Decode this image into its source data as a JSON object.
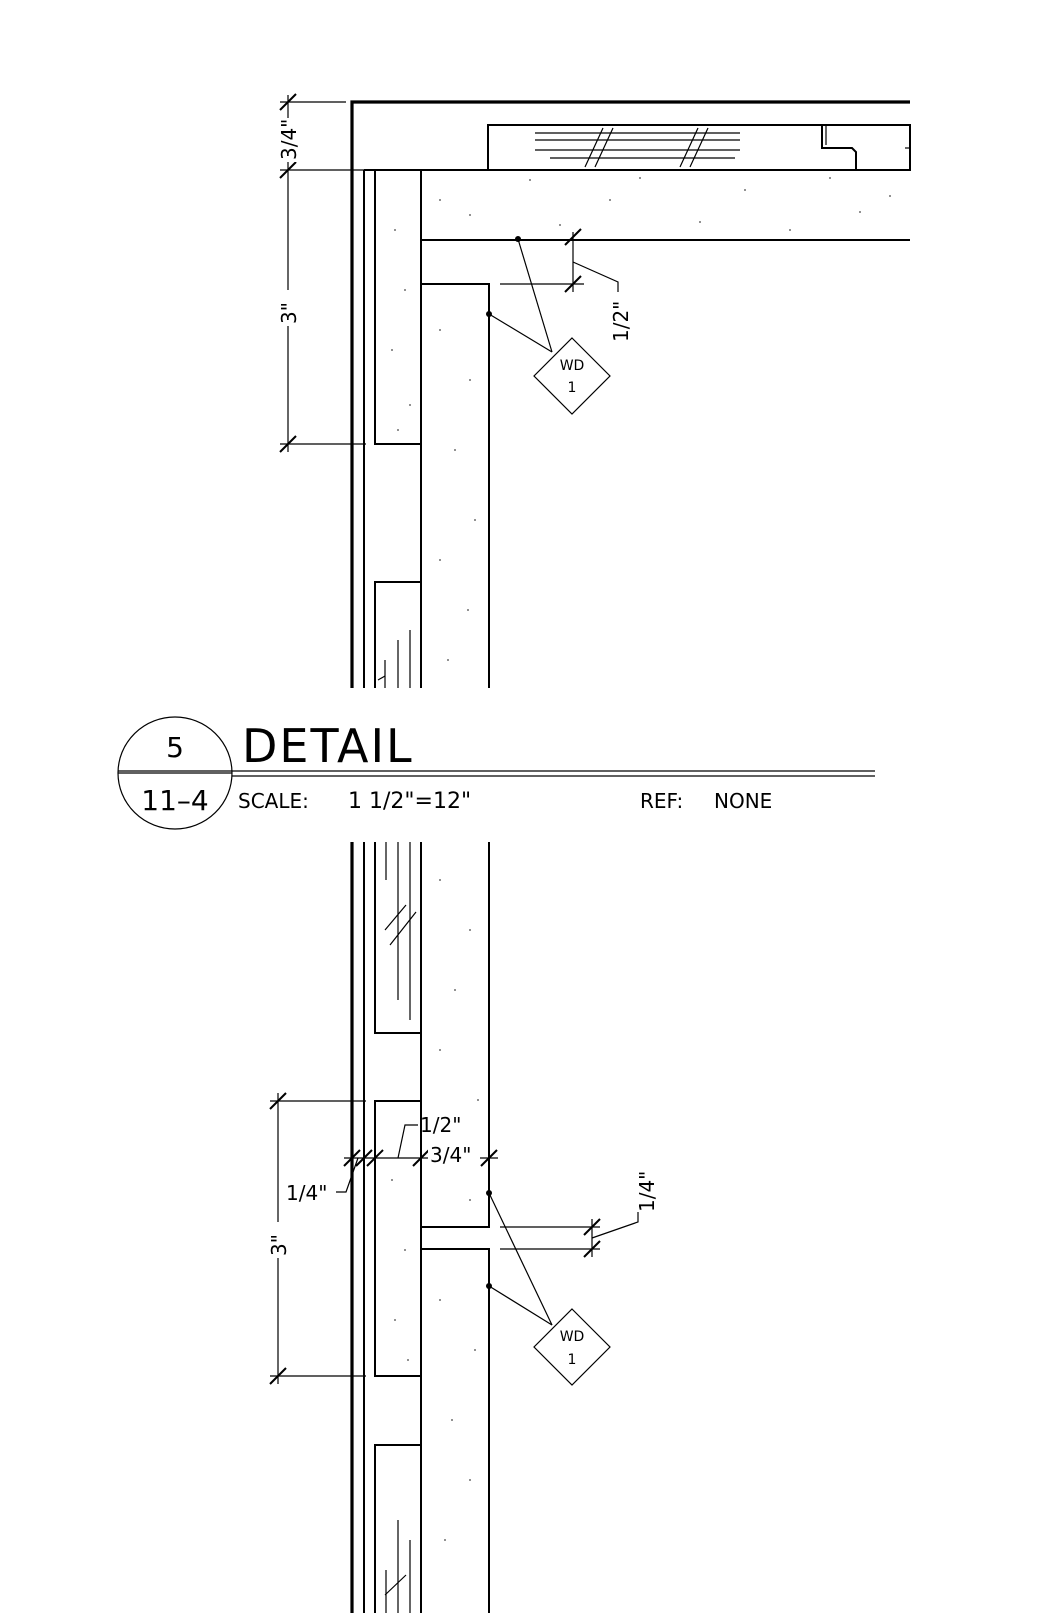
{
  "title_block": {
    "detail_number": "5",
    "sheet_ref": "11–4",
    "title": "DETAIL",
    "scale_label": "SCALE:",
    "scale_value": "1 1/2\"=12\"",
    "ref_label": "REF:",
    "ref_value": "NONE"
  },
  "upper_view": {
    "dim_top": "3/4\"",
    "dim_height": "3\"",
    "dim_gap": "1/2\"",
    "tag": {
      "code": "WD",
      "number": "1"
    }
  },
  "lower_view": {
    "dim_height": "3\"",
    "dim_left": "1/4\"",
    "dim_half": "1/2\"",
    "dim_three_quarter": "3/4\"",
    "dim_right": "1/4\"",
    "tag": {
      "code": "WD",
      "number": "1"
    }
  },
  "colors": {
    "line": "#000000",
    "background": "#ffffff"
  }
}
